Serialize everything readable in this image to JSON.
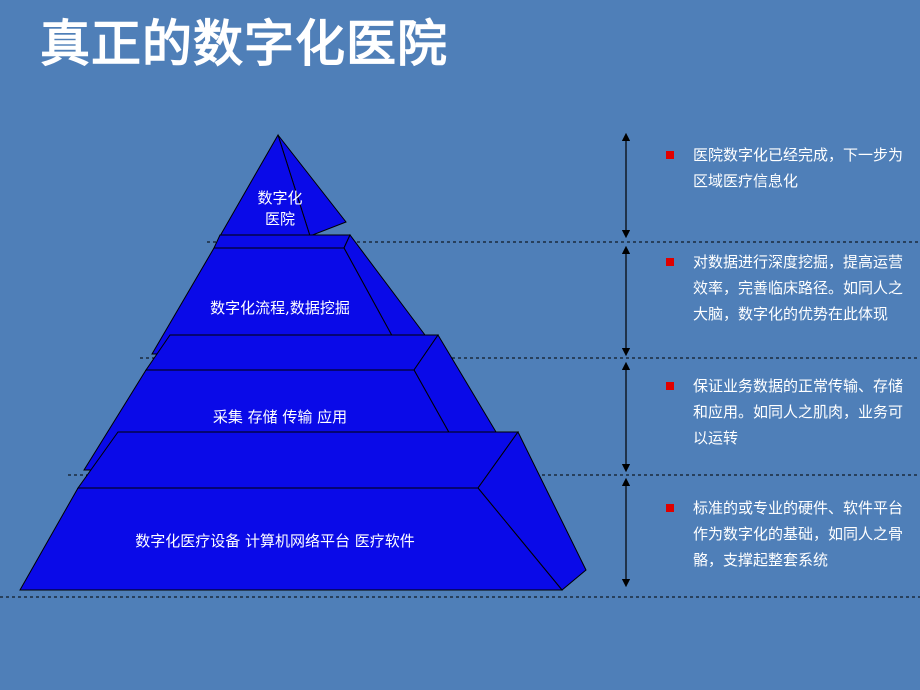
{
  "slide": {
    "title": "真正的数字化医院"
  },
  "colors": {
    "background": "#4f7fb8",
    "tier_fill": "#0a0ae8",
    "bullet": "#e00000"
  },
  "pyramid": {
    "tiers": [
      {
        "label": "数字化\n医院"
      },
      {
        "label": "数字化流程,数据挖掘"
      },
      {
        "label": "采集  存储  传输  应用"
      },
      {
        "label": "数字化医疗设备   计算机网络平台  医疗软件"
      }
    ]
  },
  "descriptions": [
    {
      "text": "医院数字化已经完成，下一步为区域医疗信息化"
    },
    {
      "text": "对数据进行深度挖掘，提高运营效率，完善临床路径。如同人之大脑，数字化的优势在此体现"
    },
    {
      "text": "保证业务数据的正常传输、存储和应用。如同人之肌肉，业务可以运转"
    },
    {
      "text": "标准的或专业的硬件、软件平台作为数字化的基础，如同人之骨骼，支撑起整套系统"
    }
  ],
  "icons": {
    "bullet": "square-bullet-icon",
    "range": "double-arrow-icon"
  }
}
